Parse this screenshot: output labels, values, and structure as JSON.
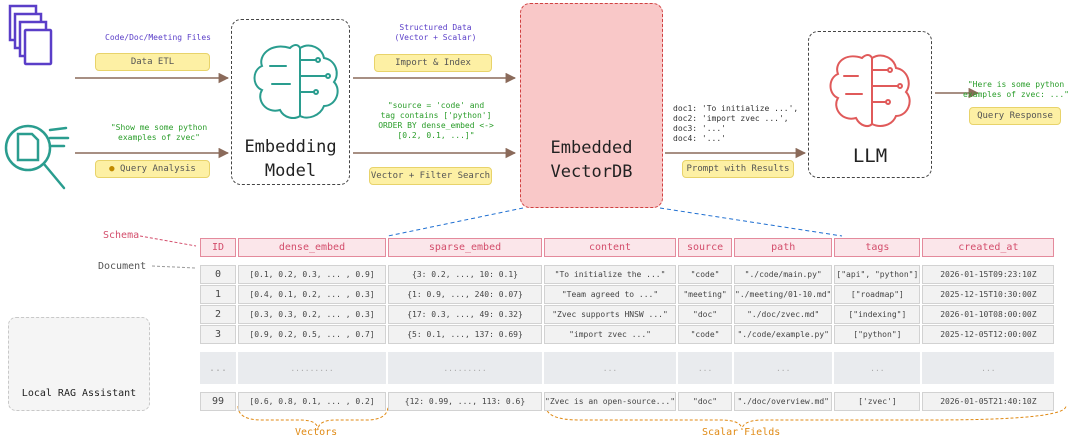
{
  "nodes": {
    "embedding": {
      "line1": "Embedding",
      "line2": "Model"
    },
    "vectordb": {
      "line1": "Embedded",
      "line2": "VectorDB"
    },
    "llm": {
      "label": "LLM"
    },
    "local": {
      "label": "Local RAG Assistant"
    }
  },
  "flow": {
    "files_note": "Code/Doc/Meeting Files",
    "etl_tag": "Data ETL",
    "query_note": "\"Show me some python\nexamples of zvec\"",
    "query_analysis_tag": "Query Analysis",
    "structured_note": "Structured Data\n(Vector + Scalar)",
    "import_tag": "Import & Index",
    "filter_note": "\"source = 'code' and\ntag contains ['python']\nORDER BY dense_embed <->\n[0.2, 0.1, ...]\"",
    "search_tag": "Vector + Filter Search",
    "docs_note": "doc1: 'To initialize ...',\ndoc2: 'import zvec ...',\ndoc3: '...'\ndoc4: '...'",
    "prompt_tag": "Prompt with Results",
    "answer_note": "\"Here is some python\nexamples of zvec: ...\"",
    "response_tag": "Query Response"
  },
  "labels": {
    "schema": "Schema",
    "document": "Document",
    "vectors": "Vectors",
    "scalar_fields": "Scalar Fields"
  },
  "colors": {
    "accent_pink": "#d34d6b",
    "llm_red": "#e05a5a",
    "embed_teal": "#2a9d8f",
    "tag_yellow": "#fdf0a4",
    "db_blue": "#1f6fd1",
    "note_green": "#2a9d2a",
    "note_purple": "#5a3ec8",
    "footer_orange": "#e08a14"
  },
  "icons": [
    "document-stack-icon",
    "search-document-icon",
    "brain-circuit-icon",
    "database-icon",
    "laptop-icon"
  ],
  "table": {
    "headers": [
      "ID",
      "dense_embed",
      "sparse_embed",
      "content",
      "source",
      "path",
      "tags",
      "created_at"
    ],
    "rows": [
      [
        "0",
        "[0.1, 0.2, 0.3, ... , 0.9]",
        "{3: 0.2, ..., 10: 0.1}",
        "\"To initialize the ...\"",
        "\"code\"",
        "\"./code/main.py\"",
        "[\"api\", \"python\"]",
        "2026-01-15T09:23:10Z"
      ],
      [
        "1",
        "[0.4, 0.1, 0.2, ... , 0.3]",
        "{1: 0.9, ..., 240: 0.07}",
        "\"Team agreed to ...\"",
        "\"meeting\"",
        "\"./meeting/01-10.md\"",
        "[\"roadmap\"]",
        "2025-12-15T10:30:00Z"
      ],
      [
        "2",
        "[0.3, 0.3, 0.2, ... , 0.3]",
        "{17: 0.3, ..., 49: 0.32}",
        "\"Zvec supports HNSW ...\"",
        "\"doc\"",
        "\"./doc/zvec.md\"",
        "[\"indexing\"]",
        "2026-01-10T08:00:00Z"
      ],
      [
        "3",
        "[0.9, 0.2, 0.5, ... , 0.7]",
        "{5: 0.1, ..., 137: 0.69}",
        "\"import zvec ...\"",
        "\"code\"",
        "\"./code/example.py\"",
        "[\"python\"]",
        "2025-12-05T12:00:00Z"
      ]
    ],
    "ellipsis_row": [
      "...",
      ".........",
      ".........",
      "...",
      "...",
      "...",
      "...",
      "..."
    ],
    "last_row": [
      "99",
      "[0.6, 0.8, 0.1, ... , 0.2]",
      "{12: 0.99, ..., 113: 0.6}",
      "\"Zvec is an open-source...\"",
      "\"doc\"",
      "\"./doc/overview.md\"",
      "['zvec']",
      "2026-01-05T21:40:10Z"
    ]
  }
}
